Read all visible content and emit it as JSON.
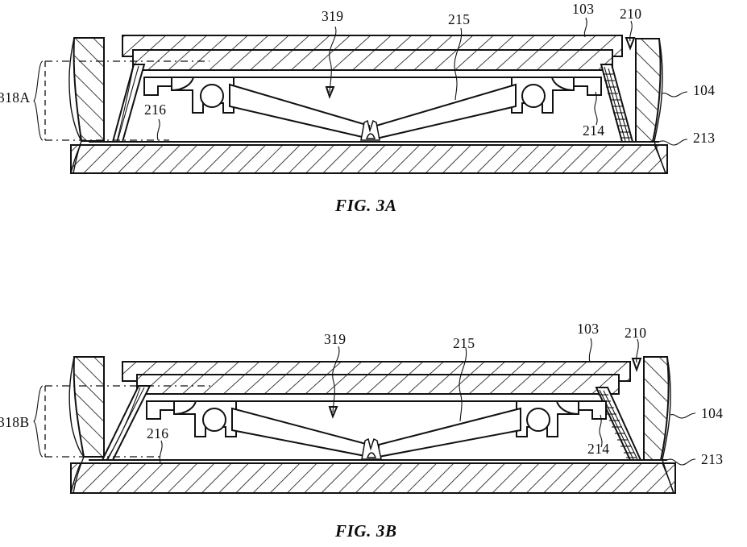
{
  "document": {
    "type": "patent-drawing-sheet",
    "description": "Two cross-sectional views of a low-profile scissor-mechanism key assembly"
  },
  "figures": [
    {
      "id": "fig-3a",
      "caption": "FIG. 3A",
      "bracket_label": "318A",
      "callouts": [
        {
          "id": "c-319",
          "label": "319"
        },
        {
          "id": "c-215",
          "label": "215"
        },
        {
          "id": "c-103",
          "label": "103"
        },
        {
          "id": "c-210",
          "label": "210"
        },
        {
          "id": "c-104",
          "label": "104"
        },
        {
          "id": "c-213",
          "label": "213"
        },
        {
          "id": "c-214",
          "label": "214"
        },
        {
          "id": "c-216",
          "label": "216"
        }
      ]
    },
    {
      "id": "fig-3b",
      "caption": "FIG. 3B",
      "bracket_label": "318B",
      "callouts": [
        {
          "id": "c-319",
          "label": "319"
        },
        {
          "id": "c-215",
          "label": "215"
        },
        {
          "id": "c-103",
          "label": "103"
        },
        {
          "id": "c-210",
          "label": "210"
        },
        {
          "id": "c-104",
          "label": "104"
        },
        {
          "id": "c-213",
          "label": "213"
        },
        {
          "id": "c-214",
          "label": "214"
        },
        {
          "id": "c-216",
          "label": "216"
        }
      ]
    }
  ],
  "colors": {
    "ink": "#111111",
    "paper": "#ffffff"
  }
}
